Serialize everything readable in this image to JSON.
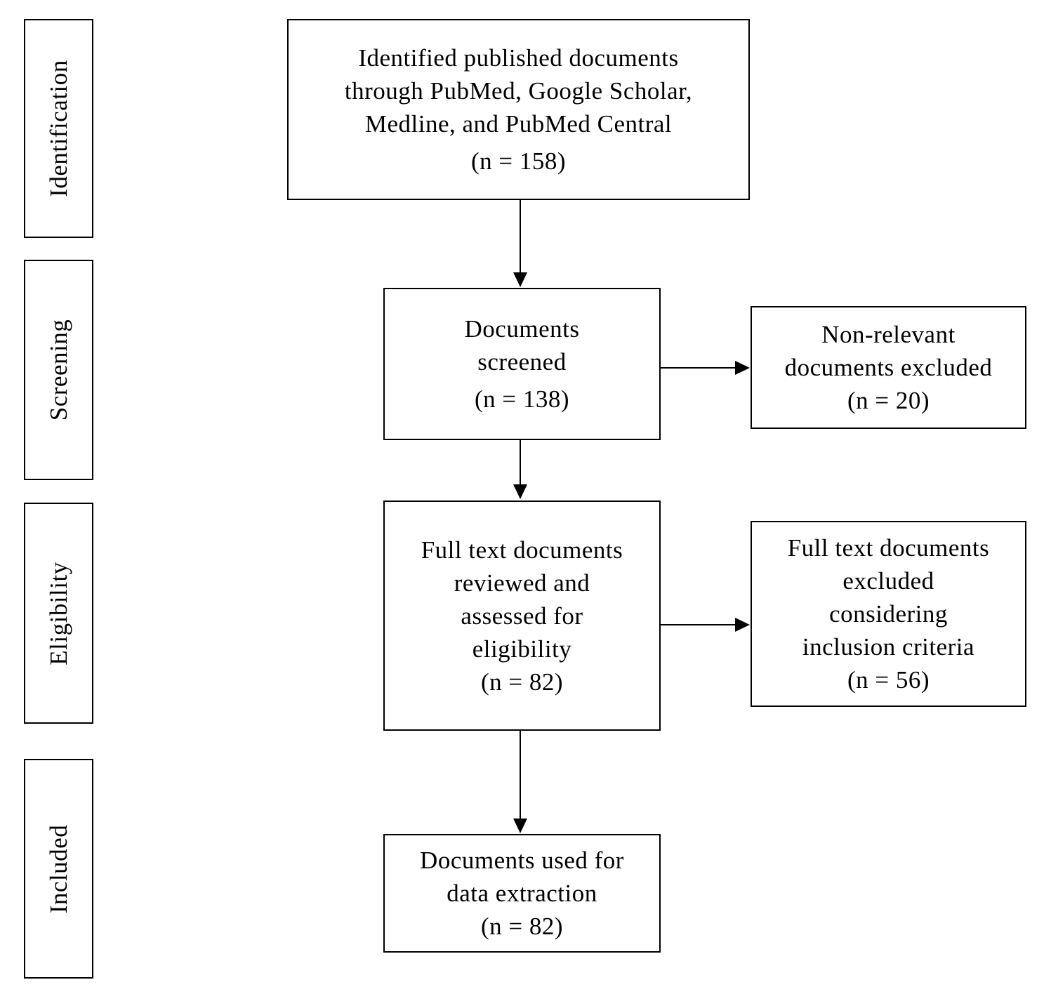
{
  "stages": {
    "identification": "Identification",
    "screening": "Screening",
    "eligibility": "Eligibility",
    "included": "Included"
  },
  "boxes": {
    "identified": {
      "lines": [
        "Identified published documents",
        "through PubMed, Google Scholar,",
        "Medline, and PubMed Central"
      ],
      "count": "(n = 158)"
    },
    "screened": {
      "lines": [
        "Documents",
        "screened"
      ],
      "count": "(n = 138)"
    },
    "non_relevant": {
      "lines": [
        "Non-relevant",
        "documents excluded"
      ],
      "count": "(n = 20)"
    },
    "full_text": {
      "lines": [
        "Full text documents",
        "reviewed and",
        "assessed for",
        "eligibility"
      ],
      "count": "(n = 82)"
    },
    "full_text_excluded": {
      "lines": [
        "Full text documents",
        "excluded",
        "considering",
        "inclusion criteria"
      ],
      "count": "(n = 56)"
    },
    "included": {
      "lines": [
        "Documents used for",
        "data extraction"
      ],
      "count": "(n = 82)"
    }
  }
}
